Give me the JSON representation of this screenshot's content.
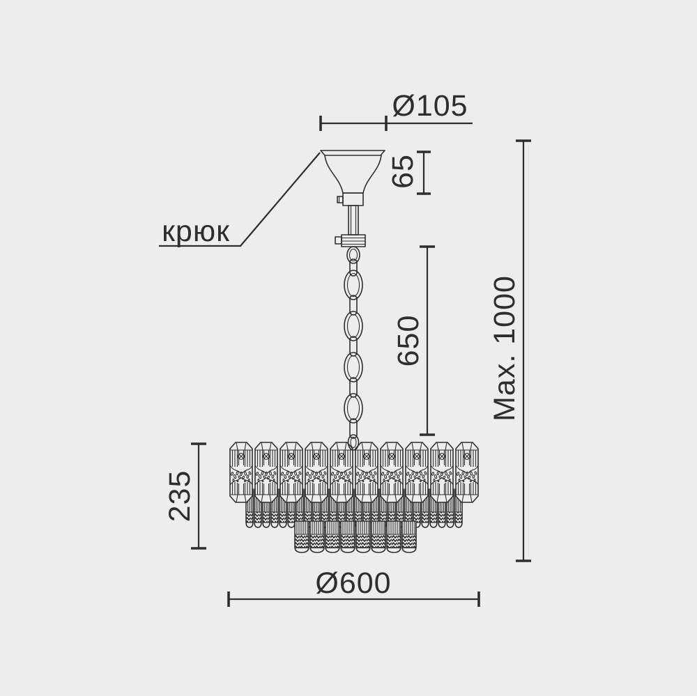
{
  "drawing": {
    "background_color": "#EDEDED",
    "line_color": "#2E2E2E"
  },
  "labels": {
    "canopy_diameter": "Ø105",
    "canopy_height": "65",
    "hook": "крюк",
    "chain_length": "650",
    "max_height": "Max. 1000",
    "body_height": "235",
    "body_diameter": "Ø600"
  }
}
